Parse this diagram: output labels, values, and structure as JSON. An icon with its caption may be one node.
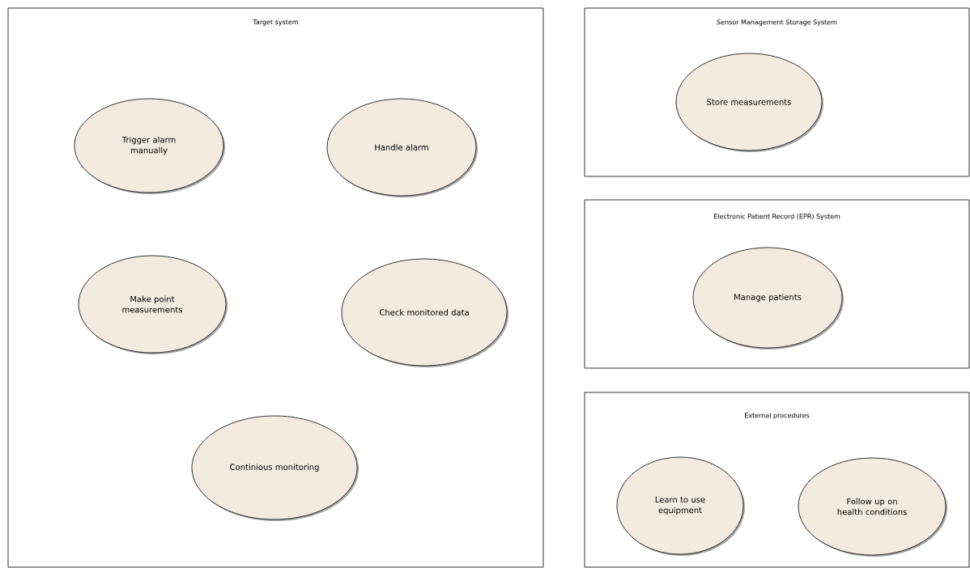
{
  "diagram": {
    "nodes": [
      {
        "text": [
          "Target system"
        ]
      },
      {
        "text": [
          "Trigger alarm manually"
        ],
        "in": 0
      },
      {
        "text": [
          "Handle alarm"
        ],
        "in": 0
      },
      {
        "text": [
          "Make point measurements"
        ],
        "in": 0
      },
      {
        "text": [
          "Check monitored data"
        ],
        "in": 0
      },
      {
        "text": [
          "Continious monitoring"
        ],
        "in": 0
      },
      {
        "text": [
          "Sensor Management Storage System"
        ]
      },
      {
        "text": [
          "Store measurements"
        ],
        "in": 6
      },
      {
        "text": [
          "Electronic Patient Record (EPR) System"
        ]
      },
      {
        "text": [
          "Manage patients"
        ],
        "in": 8
      },
      {
        "text": [
          "External procedures"
        ]
      },
      {
        "text": [
          "Learn to use equipment"
        ],
        "in": 10
      },
      {
        "text": [
          "Follow up on health conditions"
        ],
        "in": 10
      }
    ]
  }
}
